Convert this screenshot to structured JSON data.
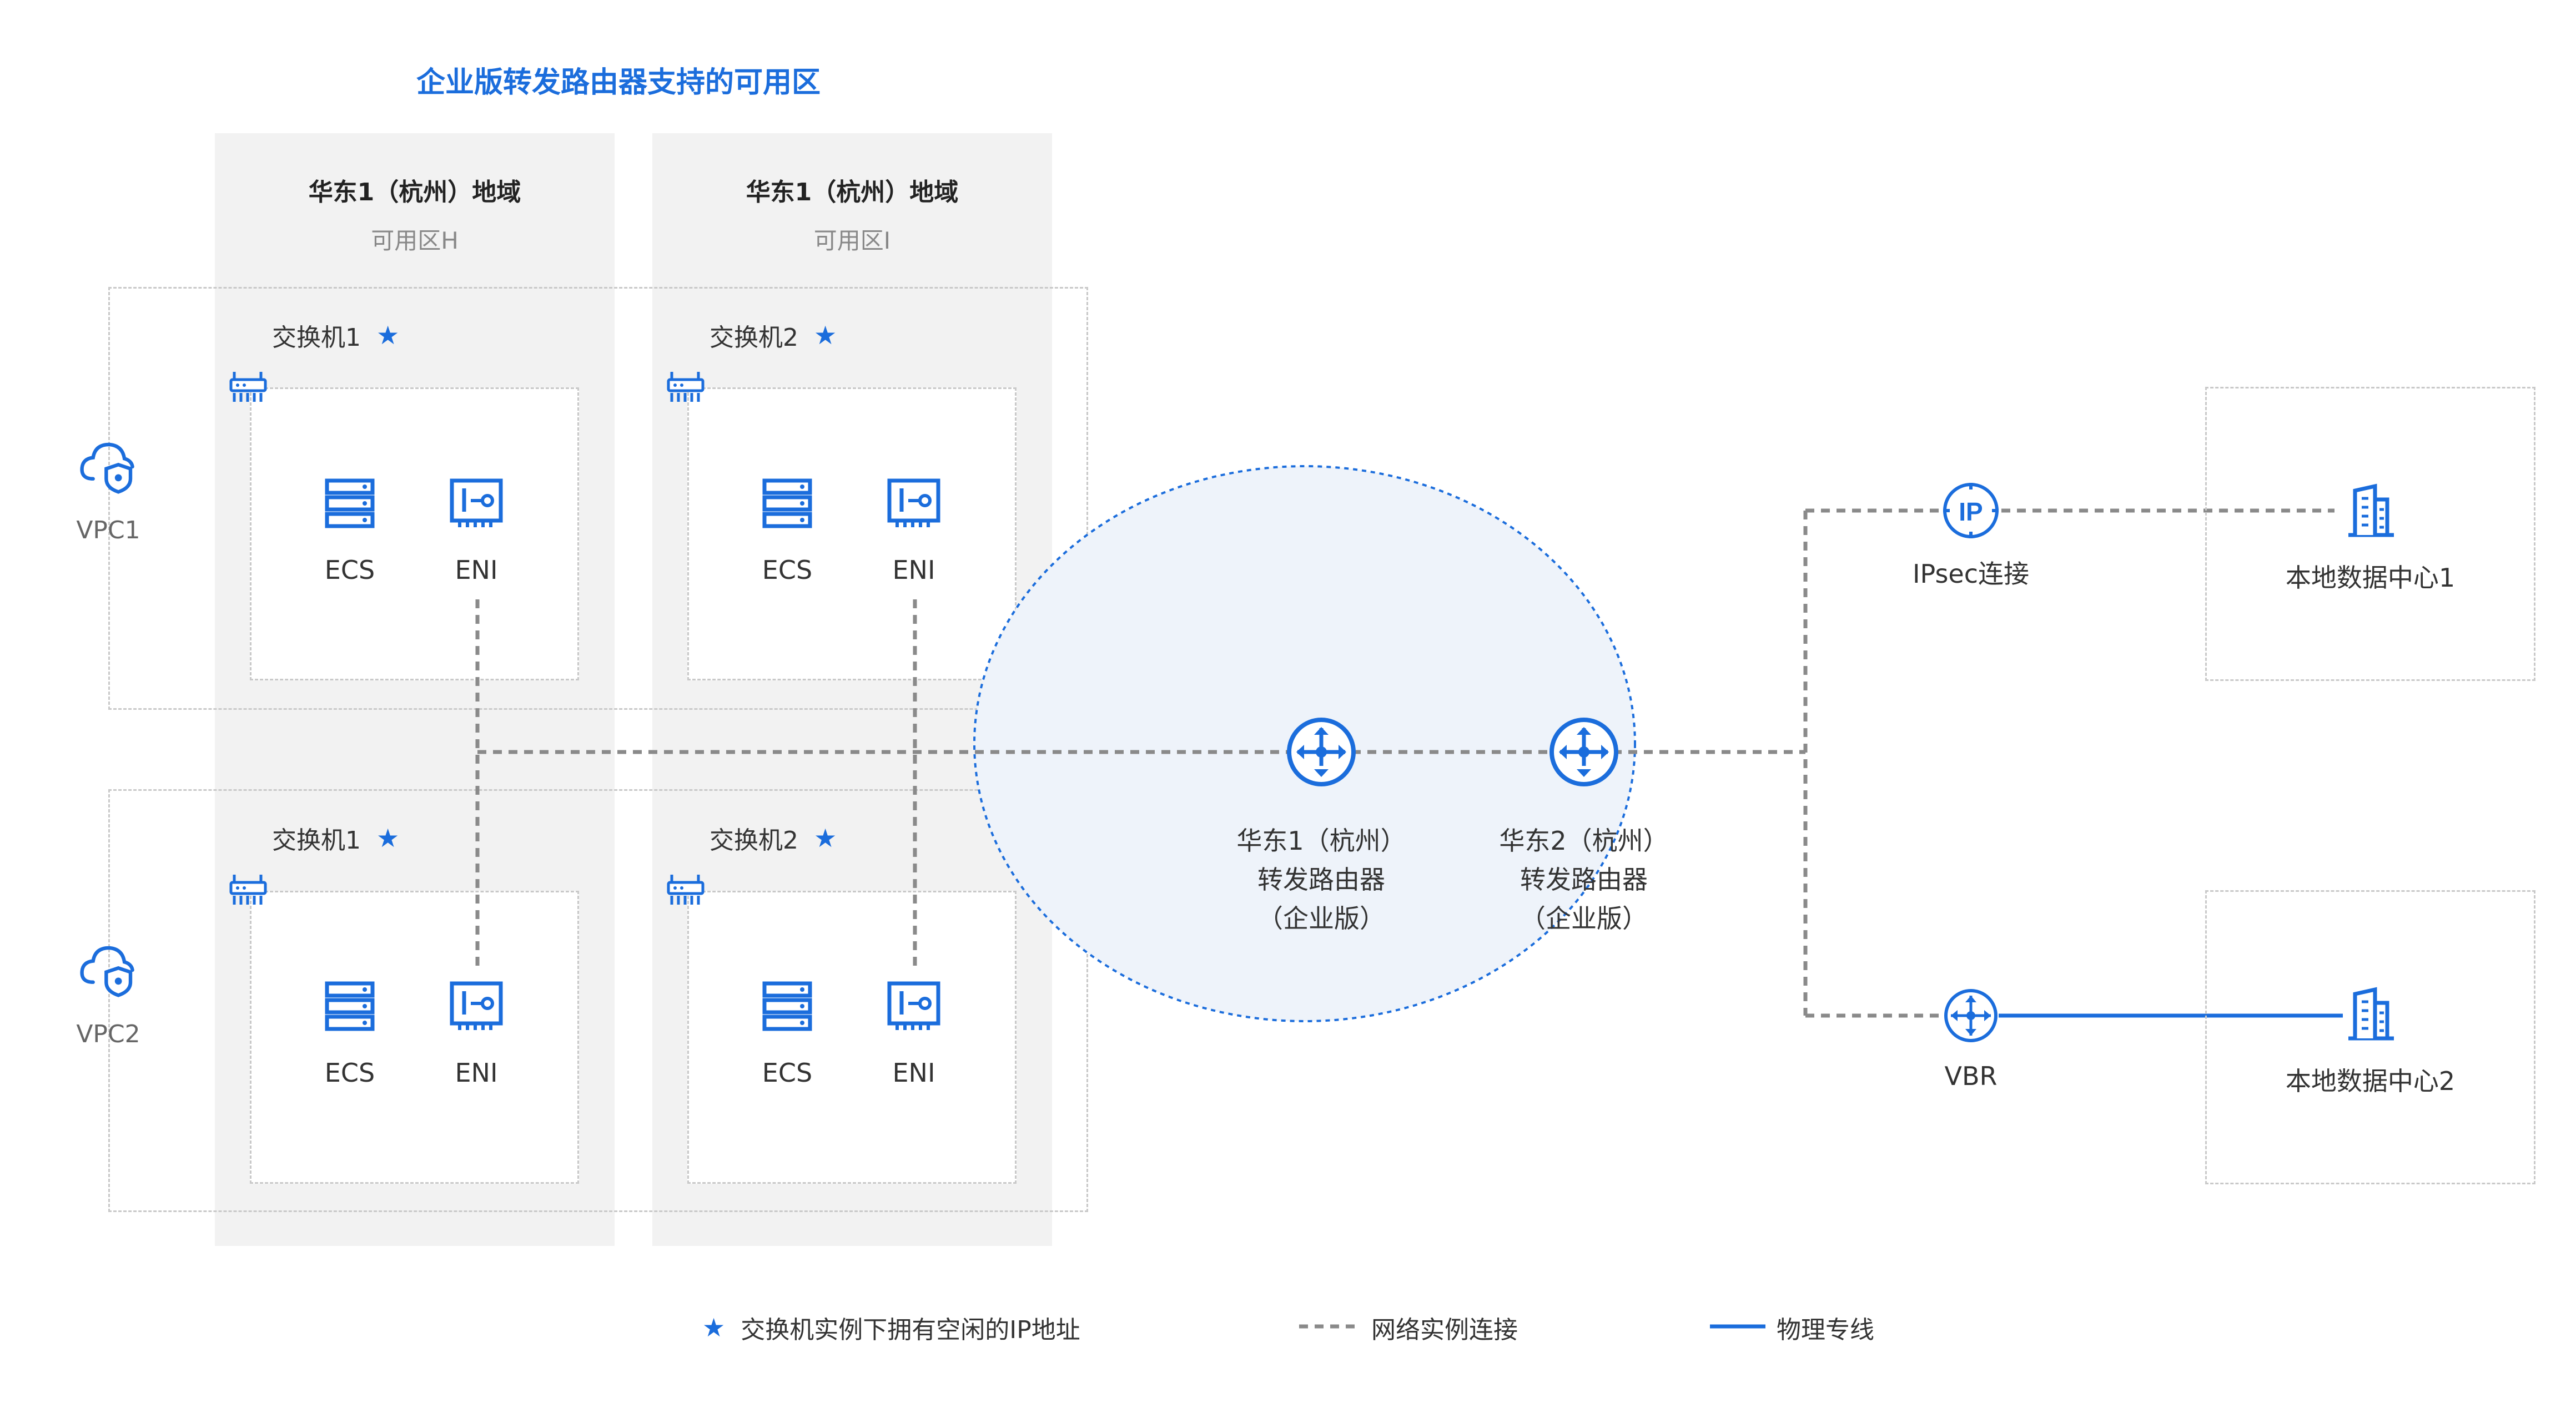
{
  "title": "企业版转发路由器支持的可用区",
  "zones": [
    {
      "region": "华东1（杭州）地域",
      "az": "可用区H"
    },
    {
      "region": "华东1（杭州）地域",
      "az": "可用区I"
    }
  ],
  "vpcs": [
    {
      "name": "VPC1",
      "switches": [
        {
          "label": "交换机1",
          "ecs": "ECS",
          "eni": "ENI"
        },
        {
          "label": "交换机2",
          "ecs": "ECS",
          "eni": "ENI"
        }
      ]
    },
    {
      "name": "VPC2",
      "switches": [
        {
          "label": "交换机1",
          "ecs": "ECS",
          "eni": "ENI"
        },
        {
          "label": "交换机2",
          "ecs": "ECS",
          "eni": "ENI"
        }
      ]
    }
  ],
  "routers": [
    {
      "line1": "华东1（杭州）",
      "line2": "转发路由器",
      "line3": "（企业版）"
    },
    {
      "line1": "华东2（杭州）",
      "line2": "转发路由器",
      "line3": "（企业版）"
    }
  ],
  "connections": {
    "ipsec": "IPsec连接",
    "vbr": "VBR",
    "ipsec_icon_text": "IP"
  },
  "datacenters": [
    "本地数据中心1",
    "本地数据中心2"
  ],
  "legend": {
    "star": "交换机实例下拥有空闲的IP地址",
    "dashed": "网络实例连接",
    "solid": "物理专线"
  },
  "colors": {
    "accent": "#1b6ddc",
    "dashed_line": "#8a8a8a",
    "zone_bg": "#f2f2f2",
    "ellipse_fill": "#eef3fa"
  },
  "icons": {
    "vpc": "cloud-shield-icon",
    "switch": "switch-icon",
    "ecs": "server-icon",
    "eni": "network-card-icon",
    "router": "router-icon",
    "ipsec": "ipsec-icon",
    "vbr": "vbr-icon",
    "datacenter": "building-icon",
    "star": "star-icon"
  }
}
